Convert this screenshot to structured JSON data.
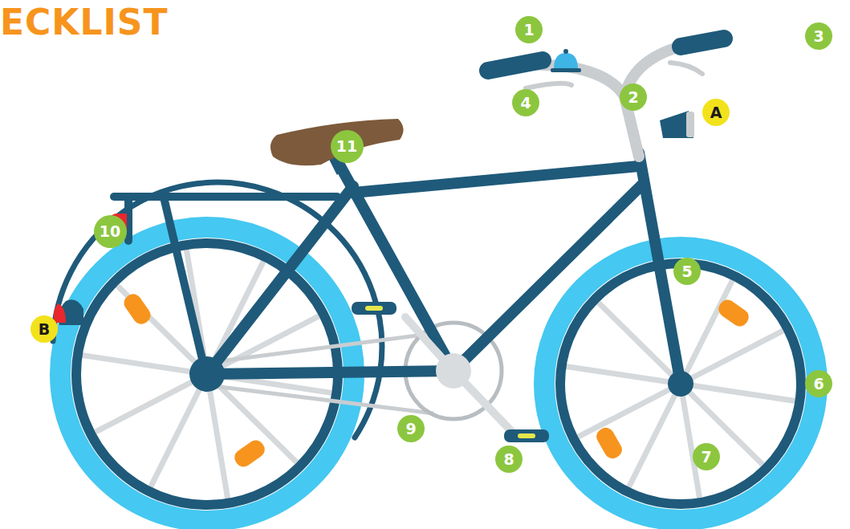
{
  "diagram": {
    "title": "ECKLIST",
    "nodes": [
      {
        "text": [
          "1"
        ]
      },
      {
        "text": [
          "2"
        ]
      },
      {
        "text": [
          "3"
        ]
      },
      {
        "text": [
          "4"
        ]
      },
      {
        "text": [
          "5"
        ]
      },
      {
        "text": [
          "6"
        ]
      },
      {
        "text": [
          "7"
        ]
      },
      {
        "text": [
          "8"
        ]
      },
      {
        "text": [
          "9"
        ]
      },
      {
        "text": [
          "10"
        ]
      },
      {
        "text": [
          "11"
        ]
      },
      {
        "text": [
          "A"
        ]
      },
      {
        "text": [
          "B"
        ]
      }
    ]
  }
}
